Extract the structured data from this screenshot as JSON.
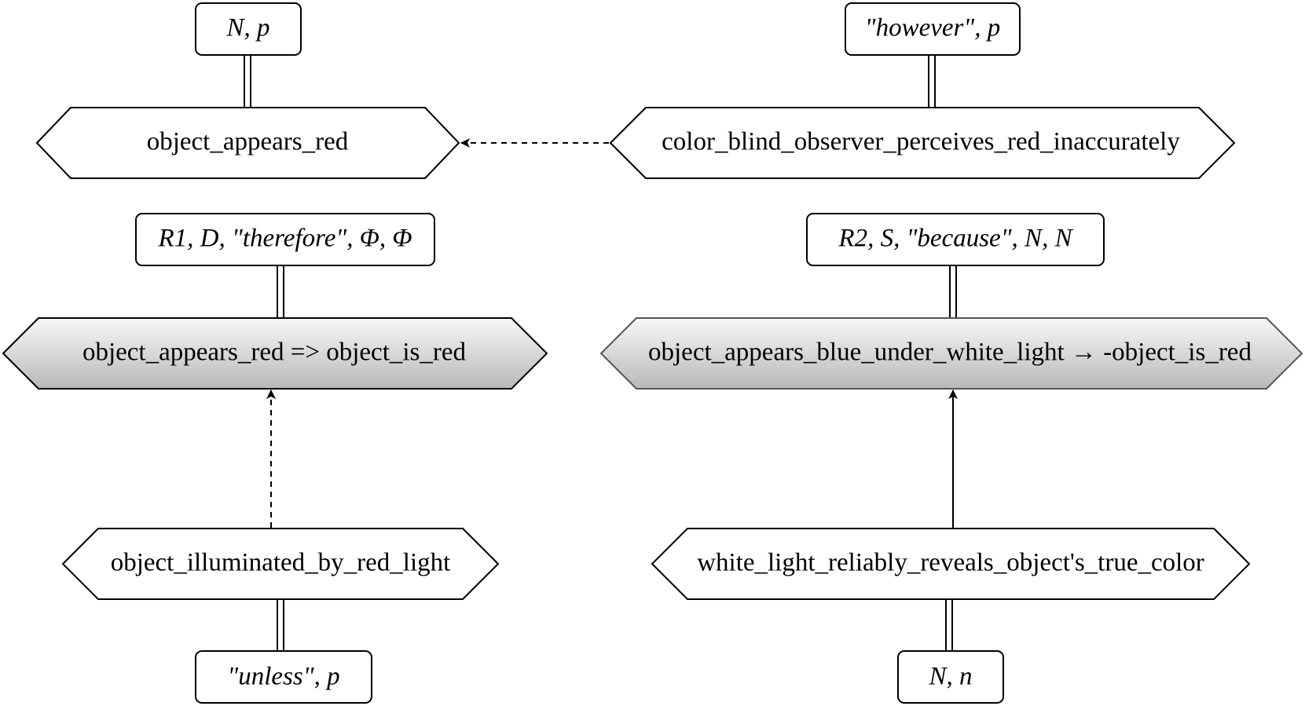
{
  "labels": {
    "l1": "N, p",
    "l2": "\"however\", p",
    "l3": "R1, D, \"therefore\", Φ, Φ",
    "l4": "R2, S, \"because\", N, N",
    "l5": "\"unless\", p",
    "l6": "N, n"
  },
  "nodes": {
    "n1": "object_appears_red",
    "n2": "color_blind_observer_perceives_red_inaccurately",
    "n3": "object_appears_red => object_is_red",
    "n4": "object_appears_blue_under_white_light → -object_is_red",
    "n5": "object_illuminated_by_red_light",
    "n6": "white_light_reliably_reveals_object's_true_color"
  },
  "colors": {
    "stroke": "#000000",
    "gradient_top": "#f8f8f8",
    "gradient_bottom": "#b8b8b8",
    "background": "#ffffff"
  }
}
